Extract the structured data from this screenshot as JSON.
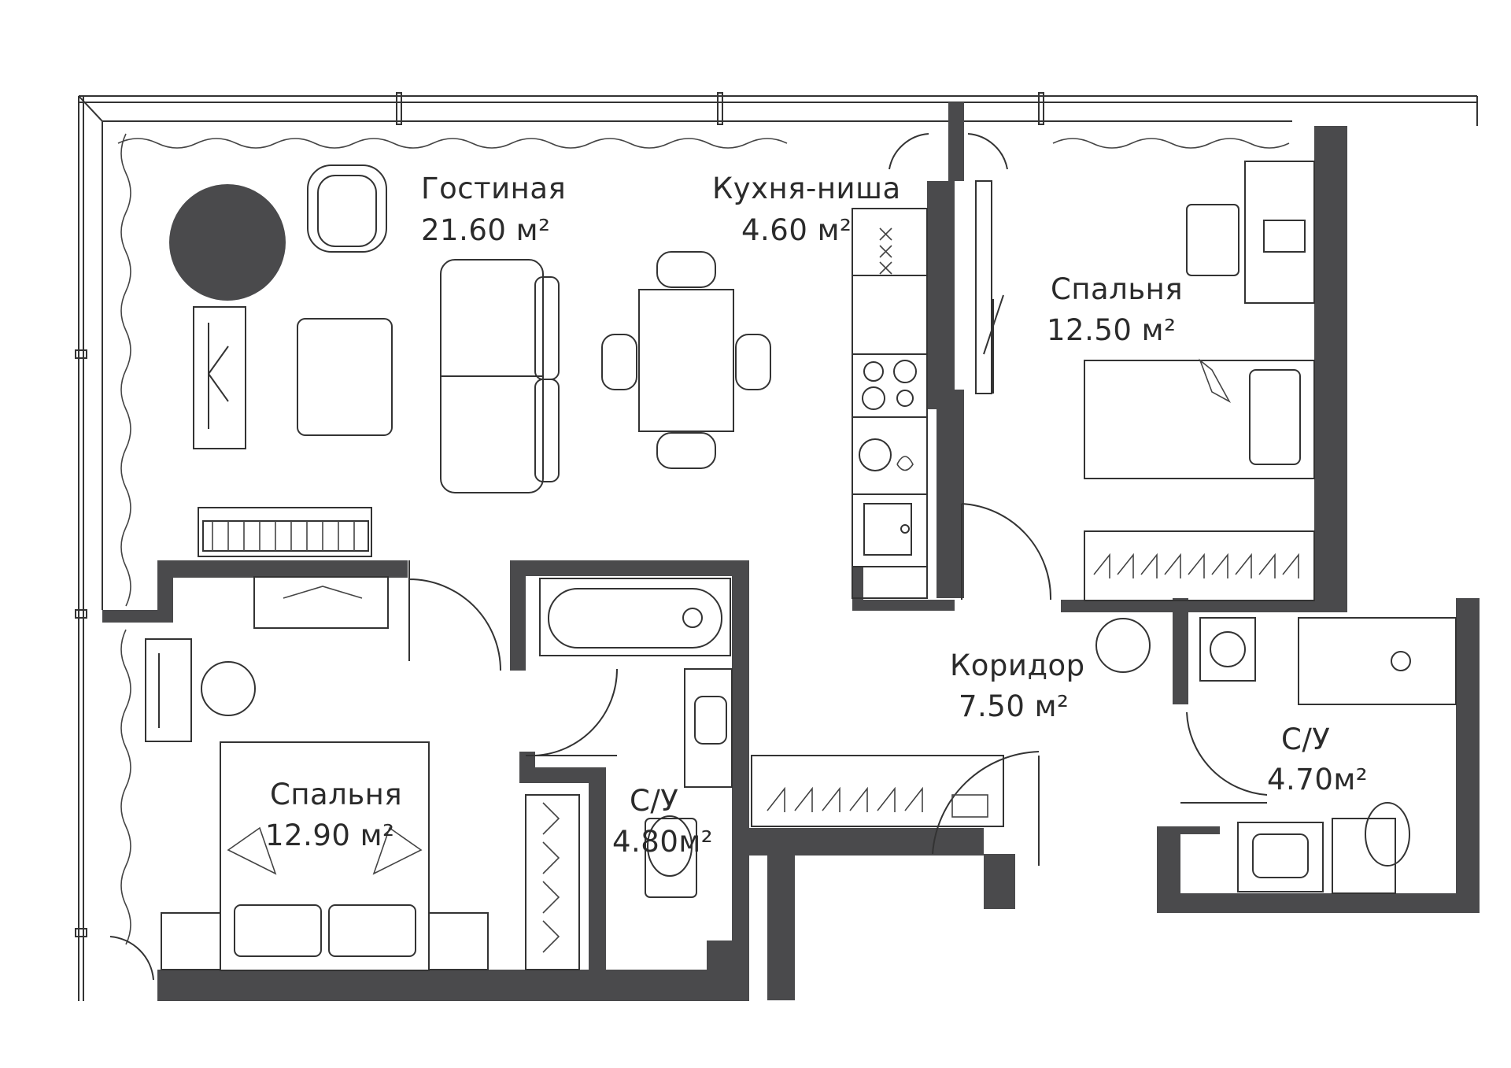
{
  "colors": {
    "wall": "#4a4a4c",
    "line": "#333333",
    "background": "#ffffff",
    "text": "#2b2b2b"
  },
  "rooms": {
    "living": {
      "name": "Гостиная",
      "area": "21.60 м²"
    },
    "kitchen": {
      "name": "Кухня-ниша",
      "area": "4.60 м²"
    },
    "bedroom_top": {
      "name": "Спальня",
      "area": "12.50 м²"
    },
    "corridor": {
      "name": "Коридор",
      "area": "7.50 м²"
    },
    "bath_right": {
      "name": "С/У",
      "area": "4.70м²"
    },
    "bath_mid": {
      "name": "С/У",
      "area": "4.80м²"
    },
    "bedroom_bottom": {
      "name": "Спальня",
      "area": "12.90 м²"
    }
  }
}
